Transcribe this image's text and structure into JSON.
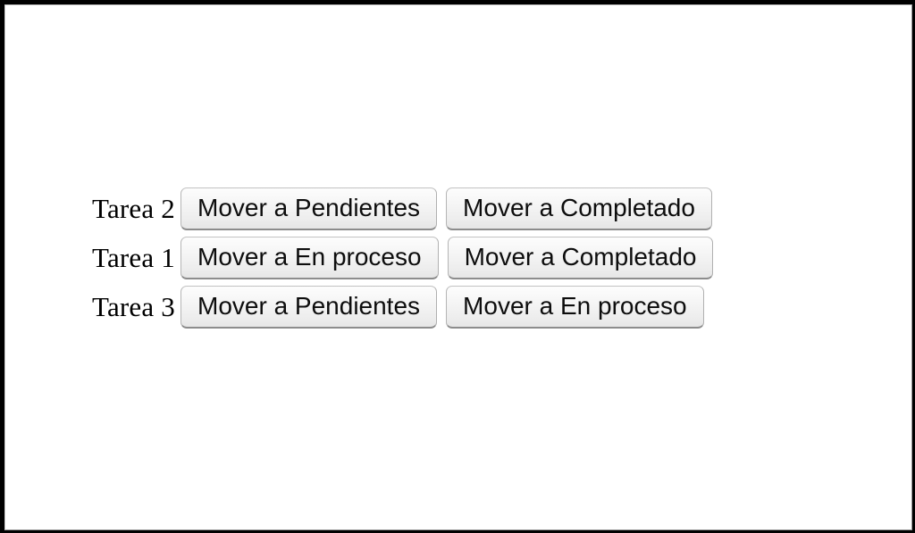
{
  "board": {
    "rows": [
      {
        "task_label": "Tarea 2",
        "buttons": [
          {
            "label": "Mover a Pendientes"
          },
          {
            "label": "Mover a Completado"
          }
        ]
      },
      {
        "task_label": "Tarea 1",
        "buttons": [
          {
            "label": "Mover a En proceso"
          },
          {
            "label": "Mover a Completado"
          }
        ]
      },
      {
        "task_label": "Tarea 3",
        "buttons": [
          {
            "label": "Mover a Pendientes"
          },
          {
            "label": "Mover a En proceso"
          }
        ]
      }
    ]
  },
  "colors": {
    "frame_border": "#000000",
    "page_background": "#ffffff",
    "button_face_top": "#fdfdfd",
    "button_face_bottom": "#e6e6e6",
    "button_border_bottom": "#8c8c8c",
    "text": "#000000"
  }
}
